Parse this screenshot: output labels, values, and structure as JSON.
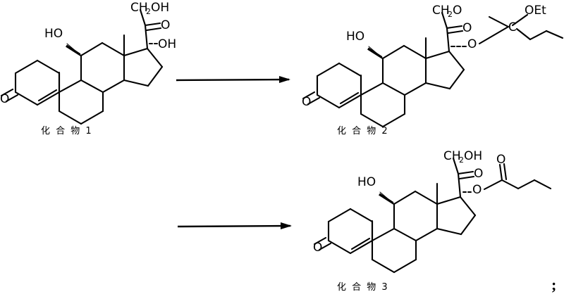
{
  "document": {
    "type": "chemical-reaction-scheme",
    "background_color": "#ffffff",
    "ink_color": "#000000",
    "trailing_punctuation": ";"
  },
  "captions": {
    "compound1": "化 合 物 1",
    "compound2": "化 合 物 2",
    "compound3": "化 合 物 3"
  },
  "arrows": [
    {
      "name": "arrow-step-1",
      "label": ""
    },
    {
      "name": "arrow-step-2",
      "label": ""
    }
  ],
  "compound1": {
    "name": "化 合 物 1",
    "labels": {
      "c21": "CH",
      "c21_sub": "2",
      "c21_oh": "OH",
      "ketone20": "O",
      "hydroxy11": "HO",
      "hydroxy17": "OH",
      "ketone3": "O"
    }
  },
  "compound2": {
    "name": "化 合 物 2",
    "labels": {
      "c21": "CH",
      "c21_sub": "2",
      "c21_o": "O",
      "ketone20": "O",
      "hydroxy11": "HO",
      "ortho_o17": "O",
      "ortho_c": "C",
      "ortho_oet": "OEt",
      "ketone3": "O"
    }
  },
  "compound3": {
    "name": "化 合 物 3",
    "labels": {
      "c21": "CH",
      "c21_sub": "2",
      "c21_oh": "OH",
      "ketone20": "O",
      "hydroxy11": "HO",
      "ester_o17": "O",
      "ester_carbonyl_o": "O",
      "ketone3": "O"
    }
  }
}
